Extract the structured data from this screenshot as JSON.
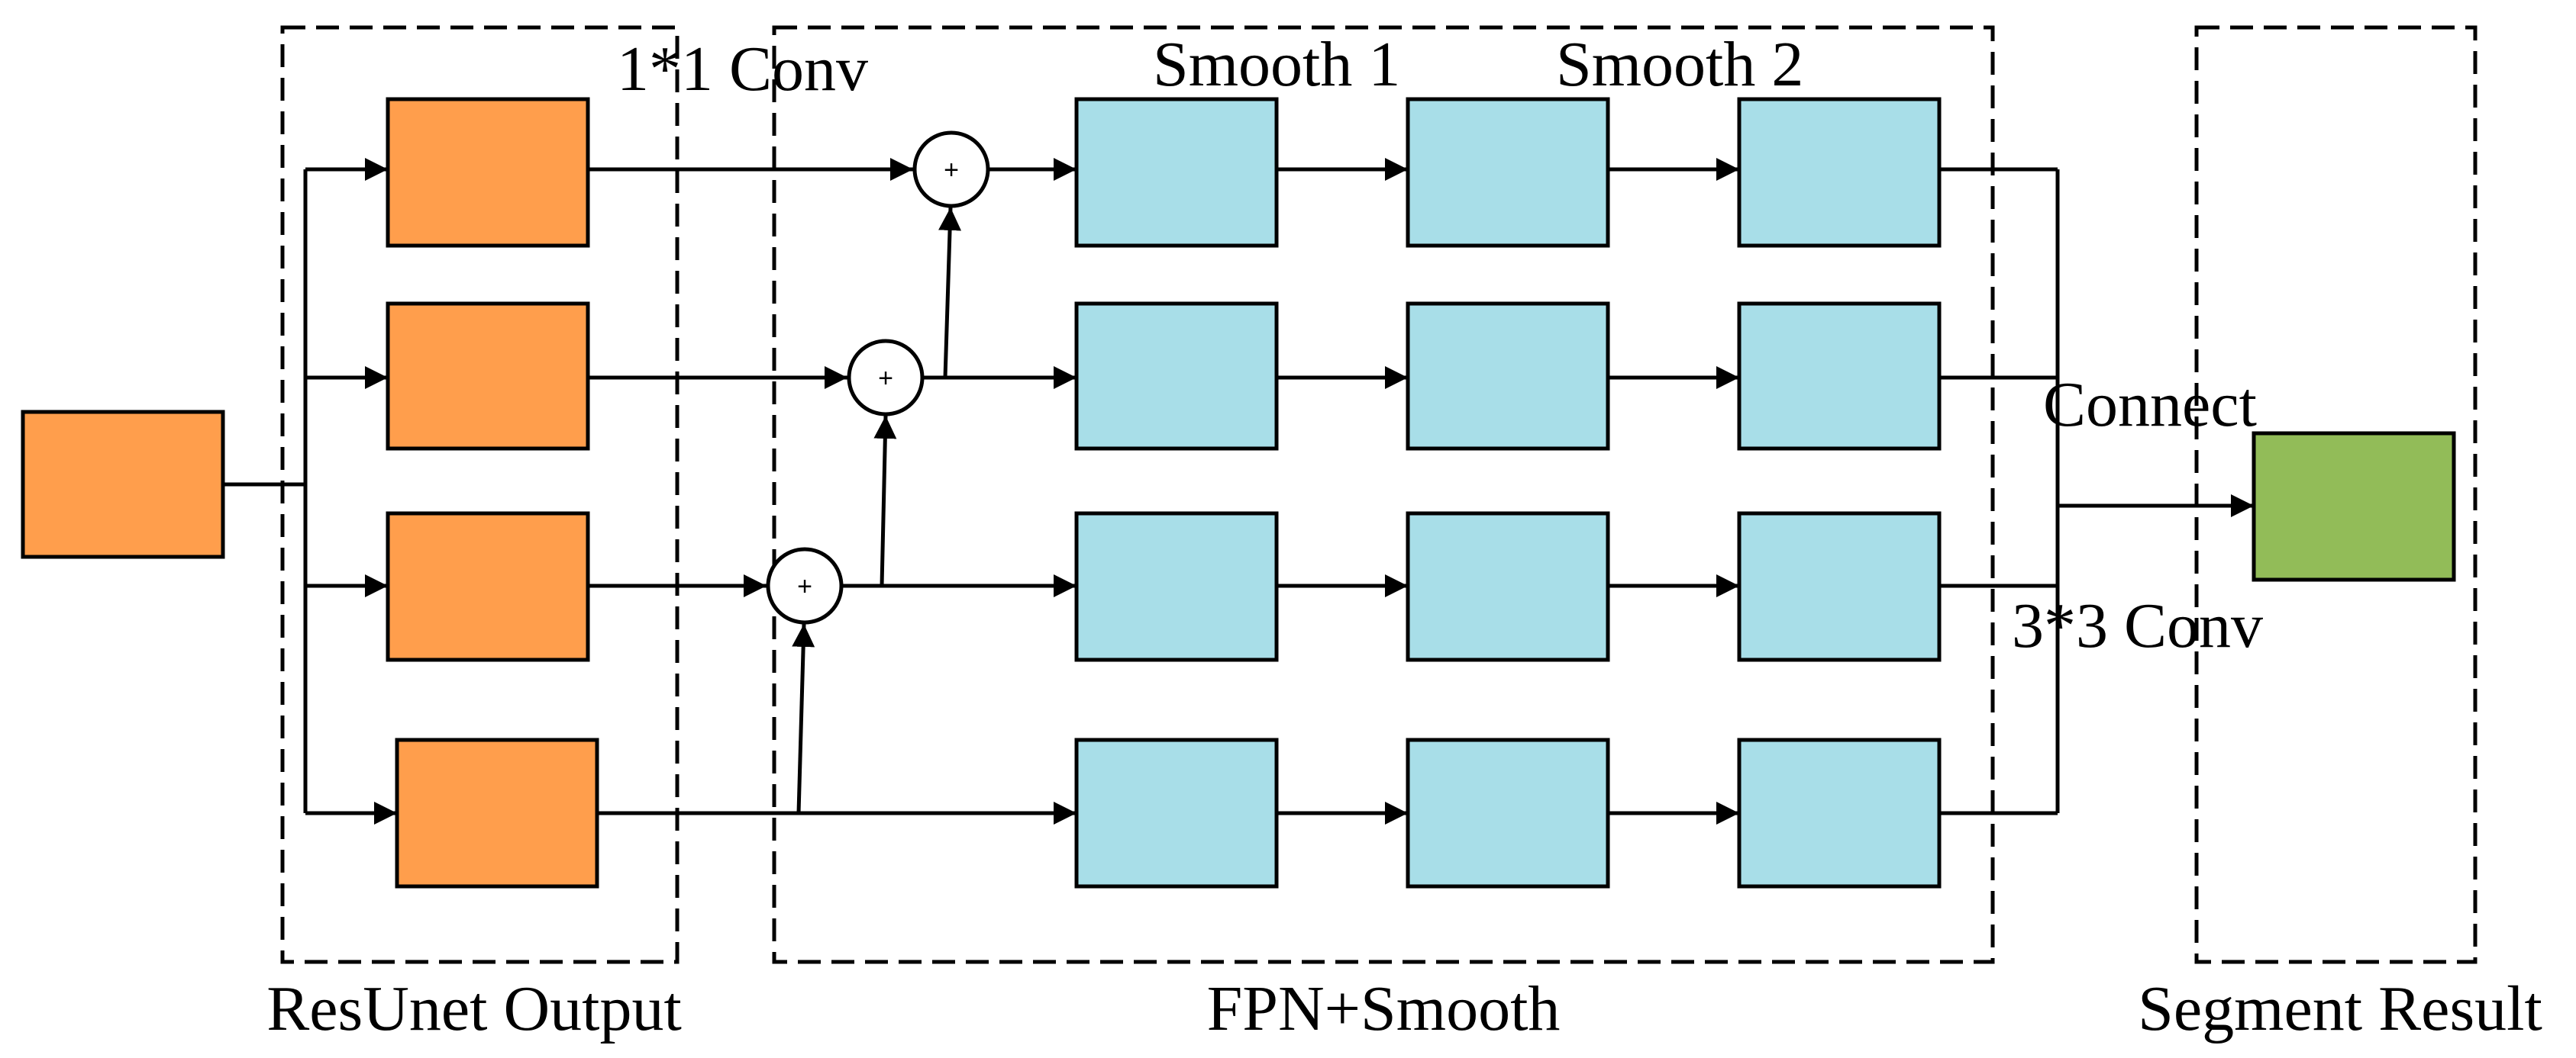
{
  "labels": {
    "conv1x1": "1*1 Conv",
    "smooth1": "Smooth 1",
    "smooth2": "Smooth 2",
    "connect": "Connect",
    "conv3x3": "3*3 Conv",
    "resunet_output": "ResUnet Output",
    "fpn_smooth": "FPN+Smooth",
    "segment_result": "Segment Result"
  },
  "symbols": {
    "add": "+"
  },
  "colors": {
    "input_block": "#FF9E4C",
    "resunet_block": "#FF9E4C",
    "fpn_block": "#A8DEE8",
    "result_block": "#92BC58",
    "line": "#000000"
  }
}
